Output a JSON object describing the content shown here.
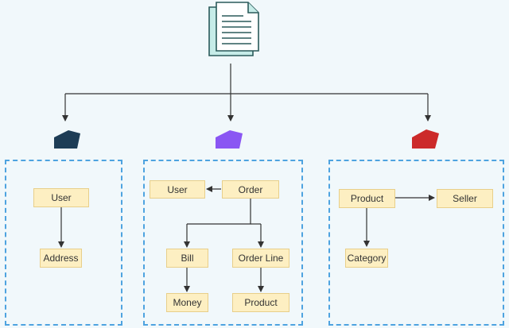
{
  "colors": {
    "background": "#f1f8fb",
    "frame_border": "#4ea3e0",
    "node_fill": "#fdefc2",
    "node_border": "#e8cf8a",
    "line": "#333333",
    "doc_fill": "#c6ece8",
    "doc_border": "#2a5a5a",
    "tag_left": "#1e3d56",
    "tag_middle": "#8a56f3",
    "tag_right": "#cc2a2a"
  },
  "icons": {
    "document": "document-icon",
    "tag_left": "tag-icon",
    "tag_middle": "tag-icon",
    "tag_right": "tag-icon"
  },
  "groups": [
    {
      "nodes": [
        {
          "key": "user",
          "label": "User"
        },
        {
          "key": "address",
          "label": "Address"
        }
      ]
    },
    {
      "nodes": [
        {
          "key": "user",
          "label": "User"
        },
        {
          "key": "order",
          "label": "Order"
        },
        {
          "key": "bill",
          "label": "Bill"
        },
        {
          "key": "order_line",
          "label": "Order Line"
        },
        {
          "key": "money",
          "label": "Money"
        },
        {
          "key": "product",
          "label": "Product"
        }
      ]
    },
    {
      "nodes": [
        {
          "key": "product",
          "label": "Product"
        },
        {
          "key": "seller",
          "label": "Seller"
        },
        {
          "key": "category",
          "label": "Category"
        }
      ]
    }
  ]
}
